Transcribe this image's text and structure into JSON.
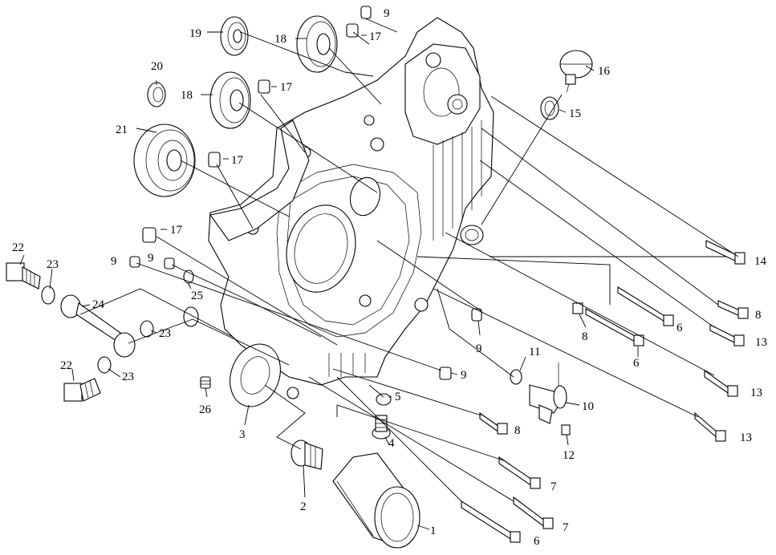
{
  "callouts": [
    {
      "text": "1"
    },
    {
      "text": "2"
    },
    {
      "text": "3"
    },
    {
      "text": "4"
    },
    {
      "text": "5"
    },
    {
      "text": "6"
    },
    {
      "text": "6"
    },
    {
      "text": "6"
    },
    {
      "text": "7"
    },
    {
      "text": "7"
    },
    {
      "text": "8"
    },
    {
      "text": "8"
    },
    {
      "text": "8"
    },
    {
      "text": "9"
    },
    {
      "text": "9"
    },
    {
      "text": "9"
    },
    {
      "text": "9"
    },
    {
      "text": "9"
    },
    {
      "text": "10"
    },
    {
      "text": "11"
    },
    {
      "text": "12"
    },
    {
      "text": "13"
    },
    {
      "text": "13"
    },
    {
      "text": "13"
    },
    {
      "text": "14"
    },
    {
      "text": "15"
    },
    {
      "text": "16"
    },
    {
      "text": "17"
    },
    {
      "text": "17"
    },
    {
      "text": "17"
    },
    {
      "text": "17"
    },
    {
      "text": "18"
    },
    {
      "text": "18"
    },
    {
      "text": "19"
    },
    {
      "text": "20"
    },
    {
      "text": "21"
    },
    {
      "text": "22"
    },
    {
      "text": "22"
    },
    {
      "text": "23"
    },
    {
      "text": "23"
    },
    {
      "text": "23"
    },
    {
      "text": "24"
    },
    {
      "text": "25"
    },
    {
      "text": "26"
    }
  ]
}
